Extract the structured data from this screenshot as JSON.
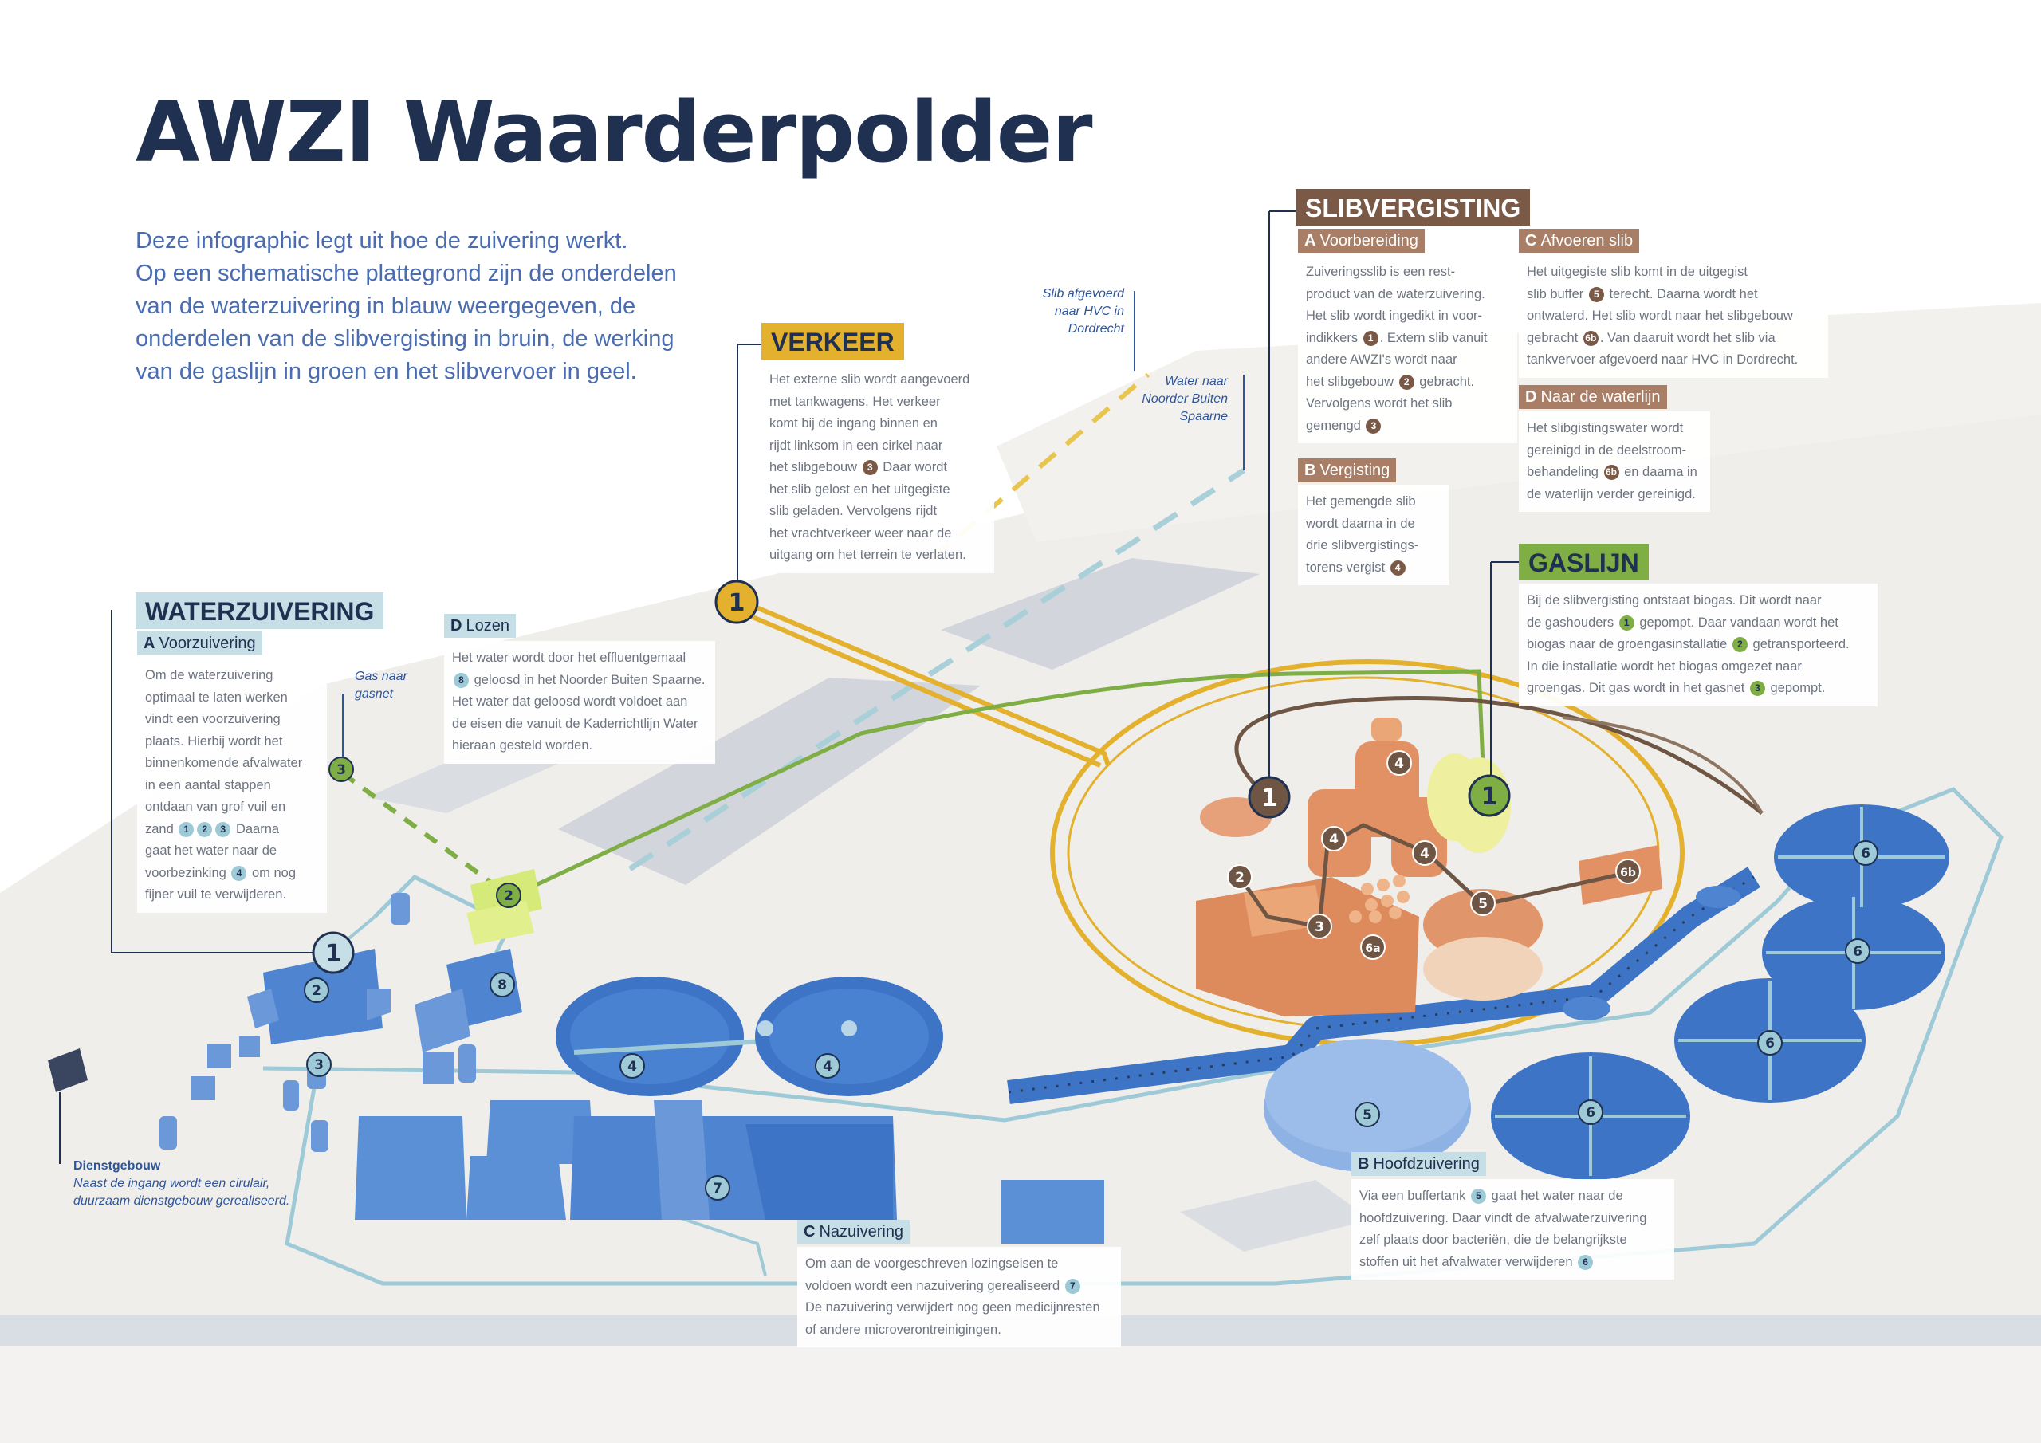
{
  "title": "AWZI Waarderpolder",
  "intro": [
    "Deze infographic legt uit hoe de zuivering werkt.",
    "Op een schematische plattegrond zijn de onderdelen",
    "van de waterzuivering in blauw weergegeven, de",
    "onderdelen van de slibvergisting in bruin, de werking",
    "van de gaslijn in groen en het slibvervoer in geel."
  ],
  "colors": {
    "water": "#3d74c6",
    "water_line": "#9ec9d6",
    "sludge": "#dd8a5c",
    "sludge_line": "#6e5544",
    "gas": "#7fae45",
    "traffic": "#e3b12d",
    "title": "#1f3050"
  },
  "sections": {
    "waterzuivering": {
      "title": "WATERZUIVERING",
      "a": {
        "letter": "A",
        "label": "Voorzuivering",
        "lines": [
          "Om de waterzuivering",
          "optimaal te laten werken",
          "vindt een voorzuivering",
          "plaats. Hierbij wordt het",
          "binnenkomende afvalwater",
          "in een aantal stappen",
          "ontdaan van grof vuil en",
          "zand",
          "Daarna",
          "gaat het water naar de",
          "voorbezinking",
          "om nog",
          "fijner vuil te verwijderen."
        ]
      },
      "b": {
        "letter": "B",
        "label": "Hoofdzuivering",
        "lines": [
          "Via een buffertank",
          "gaat het water naar de",
          "hoofdzuivering. Daar vindt de afvalwaterzuivering",
          "zelf plaats door bacteriën, die de belangrijkste",
          "stoffen uit het afvalwater verwijderen"
        ]
      },
      "c": {
        "letter": "C",
        "label": "Nazuivering",
        "lines": [
          "Om aan de voorgeschreven lozingseisen te",
          "voldoen wordt een nazuivering gerealiseerd",
          "De nazuivering verwijdert nog geen medicijnresten",
          "of andere microverontreinigingen."
        ]
      },
      "d": {
        "letter": "D",
        "label": "Lozen",
        "lines": [
          "Het water wordt door het effluentgemaal",
          "geloosd in het Noorder Buiten Spaarne.",
          "Het water dat geloosd wordt voldoet aan",
          "de eisen die vanuit de Kaderrichtlijn Water",
          "hieraan gesteld worden."
        ]
      }
    },
    "verkeer": {
      "title": "VERKEER",
      "lines": [
        "Het externe slib wordt aangevoerd",
        "met tankwagens. Het verkeer",
        "komt bij de ingang binnen en",
        "rijdt linksom in een cirkel naar",
        "het slibgebouw",
        "Daar wordt",
        "het slib gelost en het uitgegiste",
        "slib geladen. Vervolgens rijdt",
        "het vrachtverkeer weer naar de",
        "uitgang om het terrein te verlaten."
      ]
    },
    "slibvergisting": {
      "title": "SLIBVERGISTING",
      "a": {
        "letter": "A",
        "label": "Voorbereiding",
        "lines": [
          "Zuiveringsslib is een rest-",
          "product van de waterzuivering.",
          "Het slib wordt ingedikt in voor-",
          "indikkers",
          "Extern slib vanuit",
          "andere AWZI's wordt naar",
          "het slibgebouw",
          "gebracht.",
          "Vervolgens wordt het slib",
          "gemengd"
        ]
      },
      "b": {
        "letter": "B",
        "label": "Vergisting",
        "lines": [
          "Het gemengde slib",
          "wordt daarna in de",
          "drie slibvergistings-",
          "torens vergist"
        ]
      },
      "c": {
        "letter": "C",
        "label": "Afvoeren slib",
        "lines": [
          "Het uitgegiste slib komt in de uitgegist",
          "slib buffer",
          "terecht. Daarna wordt het",
          "ontwaterd. Het slib wordt naar het slibgebouw",
          "gebracht",
          "Van daaruit wordt het slib via",
          "tankvervoer afgevoerd naar HVC in Dordrecht."
        ]
      },
      "d": {
        "letter": "D",
        "label": "Naar de waterlijn",
        "lines": [
          "Het slibgistingswater wordt",
          "gereinigd in de deelstroom-",
          "behandeling",
          "en daarna in",
          "de waterlijn verder gereinigd."
        ]
      }
    },
    "gaslijn": {
      "title": "GASLIJN",
      "lines": [
        "Bij de slibvergisting ontstaat biogas. Dit wordt naar",
        "de gashouders",
        "gepompt. Daar vandaan wordt het",
        "biogas naar de groengasinstallatie",
        "getransporteerd.",
        "In die installatie wordt het biogas omgezet naar",
        "groengas. Dit gas wordt in het gasnet",
        "gepompt."
      ]
    }
  },
  "notes": {
    "slib_afgevoerd": [
      "Slib afgevoerd",
      "naar HVC in",
      "Dordrecht"
    ],
    "water_naar": [
      "Water naar",
      "Noorder Buiten",
      "Spaarne"
    ],
    "gas_naar": [
      "Gas naar",
      "gasnet"
    ],
    "dienstgebouw": {
      "title": "Dienstgebouw",
      "lines": [
        "Naast de ingang wordt een cirulair,",
        "duurzaam dienstgebouw gerealiseerd."
      ]
    }
  },
  "markers": {
    "water": [
      "1",
      "2",
      "3",
      "4",
      "5",
      "6",
      "7",
      "8"
    ],
    "sludge": [
      "1",
      "2",
      "3",
      "4",
      "5",
      "6a",
      "6b"
    ],
    "gas": [
      "1",
      "2",
      "3"
    ],
    "traffic": [
      "1"
    ]
  }
}
